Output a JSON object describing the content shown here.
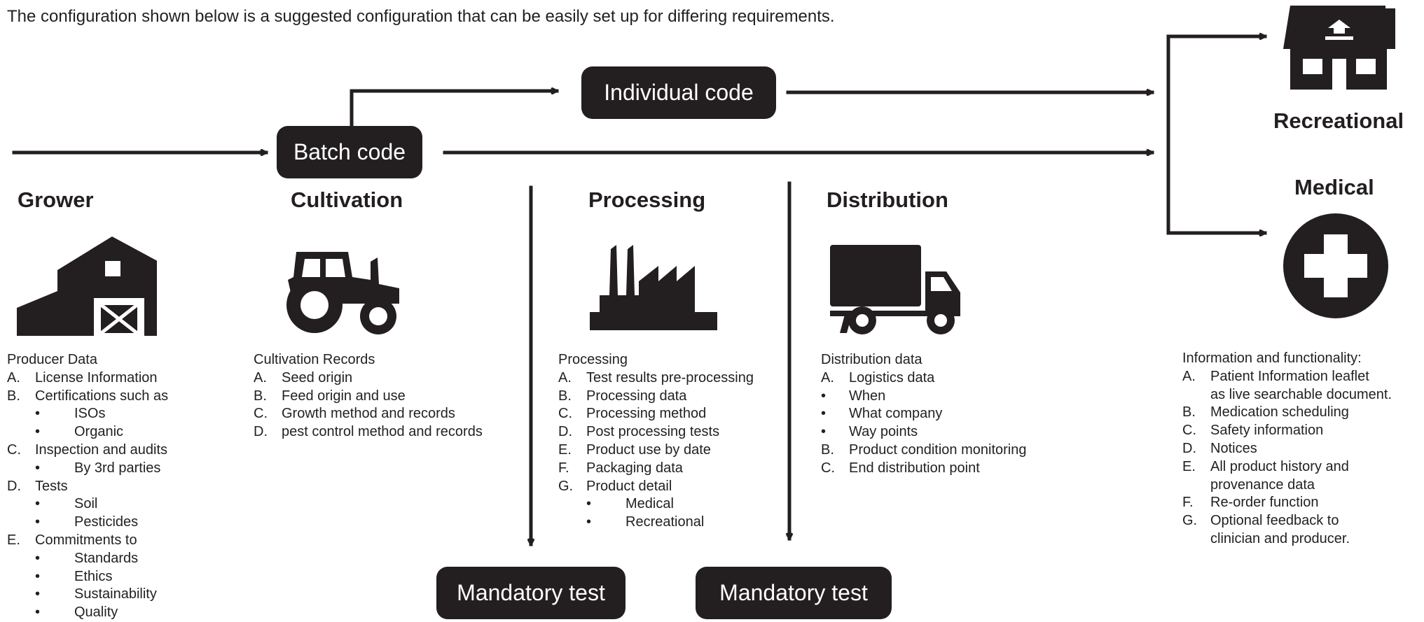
{
  "intro": "The configuration shown below is a suggested configuration that can be easily set up for differing requirements.",
  "codes": {
    "batch": "Batch code",
    "individual": "Individual code",
    "mandatory1": "Mandatory test",
    "mandatory2": "Mandatory test"
  },
  "stages": {
    "grower": "Grower",
    "cultivation": "Cultivation",
    "processing": "Processing",
    "distribution": "Distribution",
    "recreational": "Recreational",
    "medical": "Medical"
  },
  "icons": {
    "grower": "barn-icon",
    "cultivation": "tractor-icon",
    "processing": "factory-icon",
    "distribution": "truck-icon",
    "recreational": "house-icon",
    "medical": "medical-cross-icon"
  },
  "lists": {
    "grower": {
      "title": "Producer Data",
      "items": [
        {
          "m": "A.",
          "t": "License Information"
        },
        {
          "m": "B.",
          "t": "Certifications such as"
        },
        {
          "m": "•",
          "t": "ISOs",
          "sub": true
        },
        {
          "m": "•",
          "t": "Organic",
          "sub": true
        },
        {
          "m": "C.",
          "t": "Inspection and audits"
        },
        {
          "m": "•",
          "t": "By 3rd parties",
          "sub": true
        },
        {
          "m": "D.",
          "t": "Tests"
        },
        {
          "m": "•",
          "t": "Soil",
          "sub": true
        },
        {
          "m": "•",
          "t": "Pesticides",
          "sub": true
        },
        {
          "m": "E.",
          "t": "Commitments to"
        },
        {
          "m": "•",
          "t": "Standards",
          "sub": true
        },
        {
          "m": "•",
          "t": "Ethics",
          "sub": true
        },
        {
          "m": "•",
          "t": "Sustainability",
          "sub": true
        },
        {
          "m": "•",
          "t": "Quality",
          "sub": true
        }
      ]
    },
    "cultivation": {
      "title": "Cultivation Records",
      "items": [
        {
          "m": "A.",
          "t": "Seed origin"
        },
        {
          "m": "B.",
          "t": "Feed origin and use"
        },
        {
          "m": "C.",
          "t": "Growth method and records"
        },
        {
          "m": "D.",
          "t": "pest control method and records"
        }
      ]
    },
    "processing": {
      "title": "Processing",
      "items": [
        {
          "m": "A.",
          "t": "Test results pre-processing"
        },
        {
          "m": "B.",
          "t": "Processing data"
        },
        {
          "m": "C.",
          "t": "Processing method"
        },
        {
          "m": "D.",
          "t": "Post processing tests"
        },
        {
          "m": "E.",
          "t": "Product use by date"
        },
        {
          "m": "F.",
          "t": "Packaging data"
        },
        {
          "m": "G.",
          "t": "Product detail"
        },
        {
          "m": "•",
          "t": "Medical",
          "sub": true
        },
        {
          "m": "•",
          "t": "Recreational",
          "sub": true
        }
      ]
    },
    "distribution": {
      "title": "Distribution data",
      "items": [
        {
          "m": "A.",
          "t": "Logistics data"
        },
        {
          "m": "•",
          "t": "When"
        },
        {
          "m": "•",
          "t": "What company"
        },
        {
          "m": "•",
          "t": "Way points"
        },
        {
          "m": "B.",
          "t": "Product condition monitoring"
        },
        {
          "m": "C.",
          "t": "End distribution point"
        }
      ]
    },
    "consumer": {
      "title": "Information and functionality:",
      "items": [
        {
          "m": "A.",
          "t": "Patient Information leaflet"
        },
        {
          "m": "",
          "t": "as live searchable document.",
          "cont": true
        },
        {
          "m": "B.",
          "t": "Medication scheduling"
        },
        {
          "m": "C.",
          "t": "Safety information"
        },
        {
          "m": "D.",
          "t": "Notices"
        },
        {
          "m": "E.",
          "t": "All product history and"
        },
        {
          "m": "",
          "t": "provenance data",
          "cont": true
        },
        {
          "m": "F.",
          "t": "Re-order function"
        },
        {
          "m": "G.",
          "t": "Optional feedback to"
        },
        {
          "m": "",
          "t": "clinician and producer.",
          "cont": true
        }
      ]
    }
  }
}
